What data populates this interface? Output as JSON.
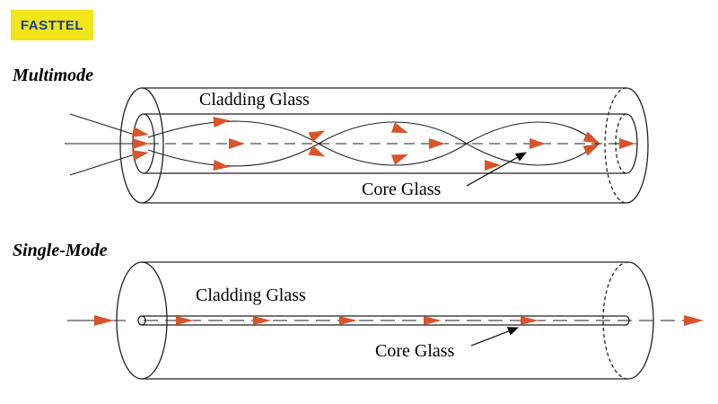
{
  "brand": {
    "name": "FASTTEL",
    "color": "#f2e61a",
    "text_color": "#1a3a8c"
  },
  "arrow_color": "#d9542b",
  "multimode": {
    "title": "Multimode",
    "cladding_label": "Cladding Glass",
    "core_label": "Core Glass"
  },
  "singlemode": {
    "title": "Single-Mode",
    "cladding_label": "Cladding Glass",
    "core_label": "Core Glass"
  }
}
